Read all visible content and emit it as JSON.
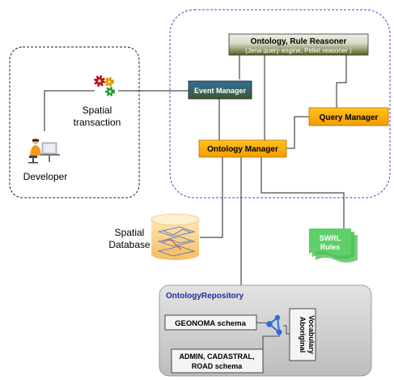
{
  "reasoner": {
    "title": "Ontology, Rule Reasoner",
    "subtitle": "(Jena query engine, Pellet reasoner )"
  },
  "event_manager": {
    "label": "Event Manager"
  },
  "query_manager": {
    "label": "Query Manager"
  },
  "ontology_manager": {
    "label": "Ontology Manager"
  },
  "spatial_transaction": {
    "line1": "Spatial",
    "line2": "transaction"
  },
  "developer": {
    "label": "Developer"
  },
  "spatial_database": {
    "line1": "Spatial",
    "line2": "Database"
  },
  "swrl": {
    "line1": "SWRL",
    "line2": "Rules"
  },
  "repository": {
    "title": "OntologyRepository",
    "geonoma": "GEONOMA schema",
    "admin_line1": "ADMIN, CADASTRAL,",
    "admin_line2": "ROAD schema",
    "vocab_line1": "Aboriginal",
    "vocab_line2": "Vocabulary"
  },
  "colors": {
    "event_manager_fill": "#2e5c7c",
    "manager_fill": "#f5a800",
    "reasoner_fill": "#d6d6c2",
    "dashed_blue": "#3a4fd6",
    "repository_fill": "#d4d4d4",
    "swrl_fill": "#5fcf6a"
  }
}
